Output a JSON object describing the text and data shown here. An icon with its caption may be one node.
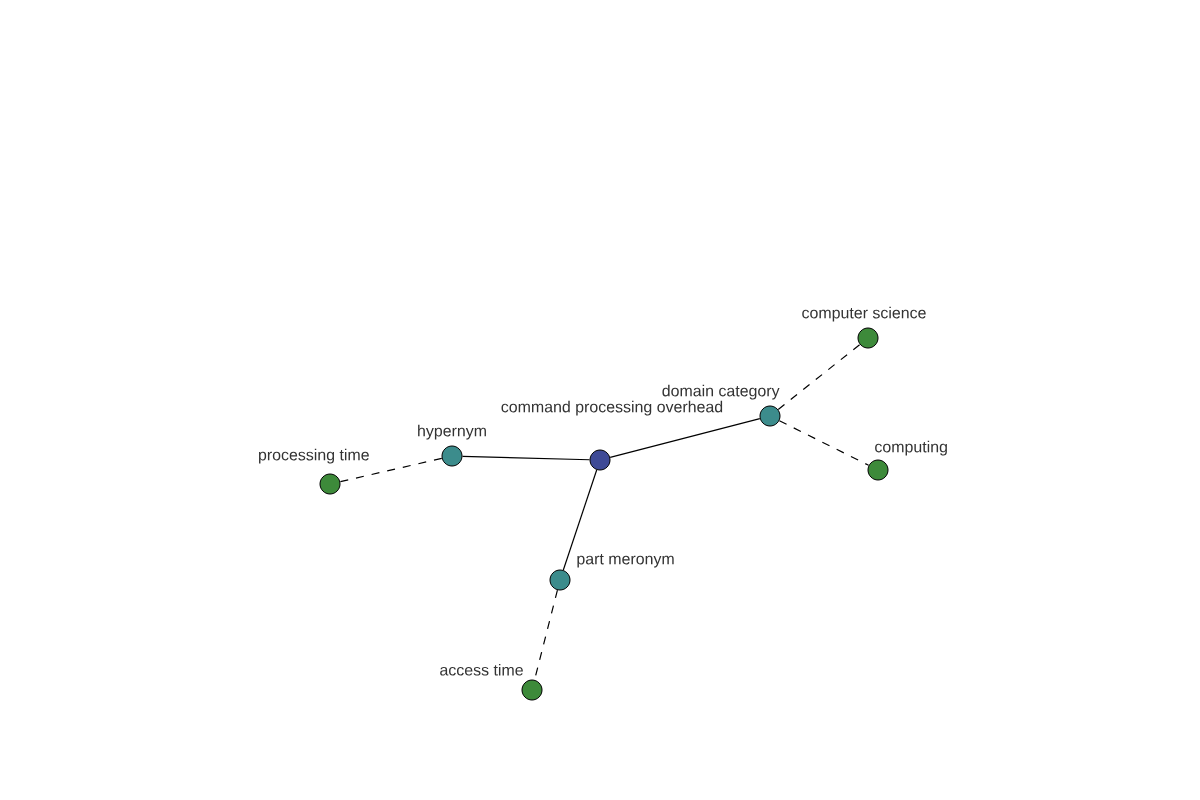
{
  "diagram": {
    "nodes": [
      {
        "text": [
          "command processing overhead"
        ]
      },
      {
        "text": [
          "hypernym"
        ]
      },
      {
        "text": [
          "processing time"
        ]
      },
      {
        "text": [
          "domain category"
        ]
      },
      {
        "text": [
          "computer science"
        ]
      },
      {
        "text": [
          "computing"
        ]
      },
      {
        "text": [
          "part meronym"
        ]
      },
      {
        "text": [
          "access time"
        ]
      }
    ],
    "edges": [
      {
        "from": 0,
        "to": 1,
        "arrow": "none"
      },
      {
        "from": 1,
        "to": 2,
        "arrow": "none",
        "style": "dashed"
      },
      {
        "from": 0,
        "to": 3,
        "arrow": "none"
      },
      {
        "from": 3,
        "to": 4,
        "arrow": "none",
        "style": "dashed"
      },
      {
        "from": 3,
        "to": 5,
        "arrow": "none",
        "style": "dashed"
      },
      {
        "from": 0,
        "to": 6,
        "arrow": "none"
      },
      {
        "from": 6,
        "to": 7,
        "arrow": "none",
        "style": "dashed"
      }
    ]
  }
}
